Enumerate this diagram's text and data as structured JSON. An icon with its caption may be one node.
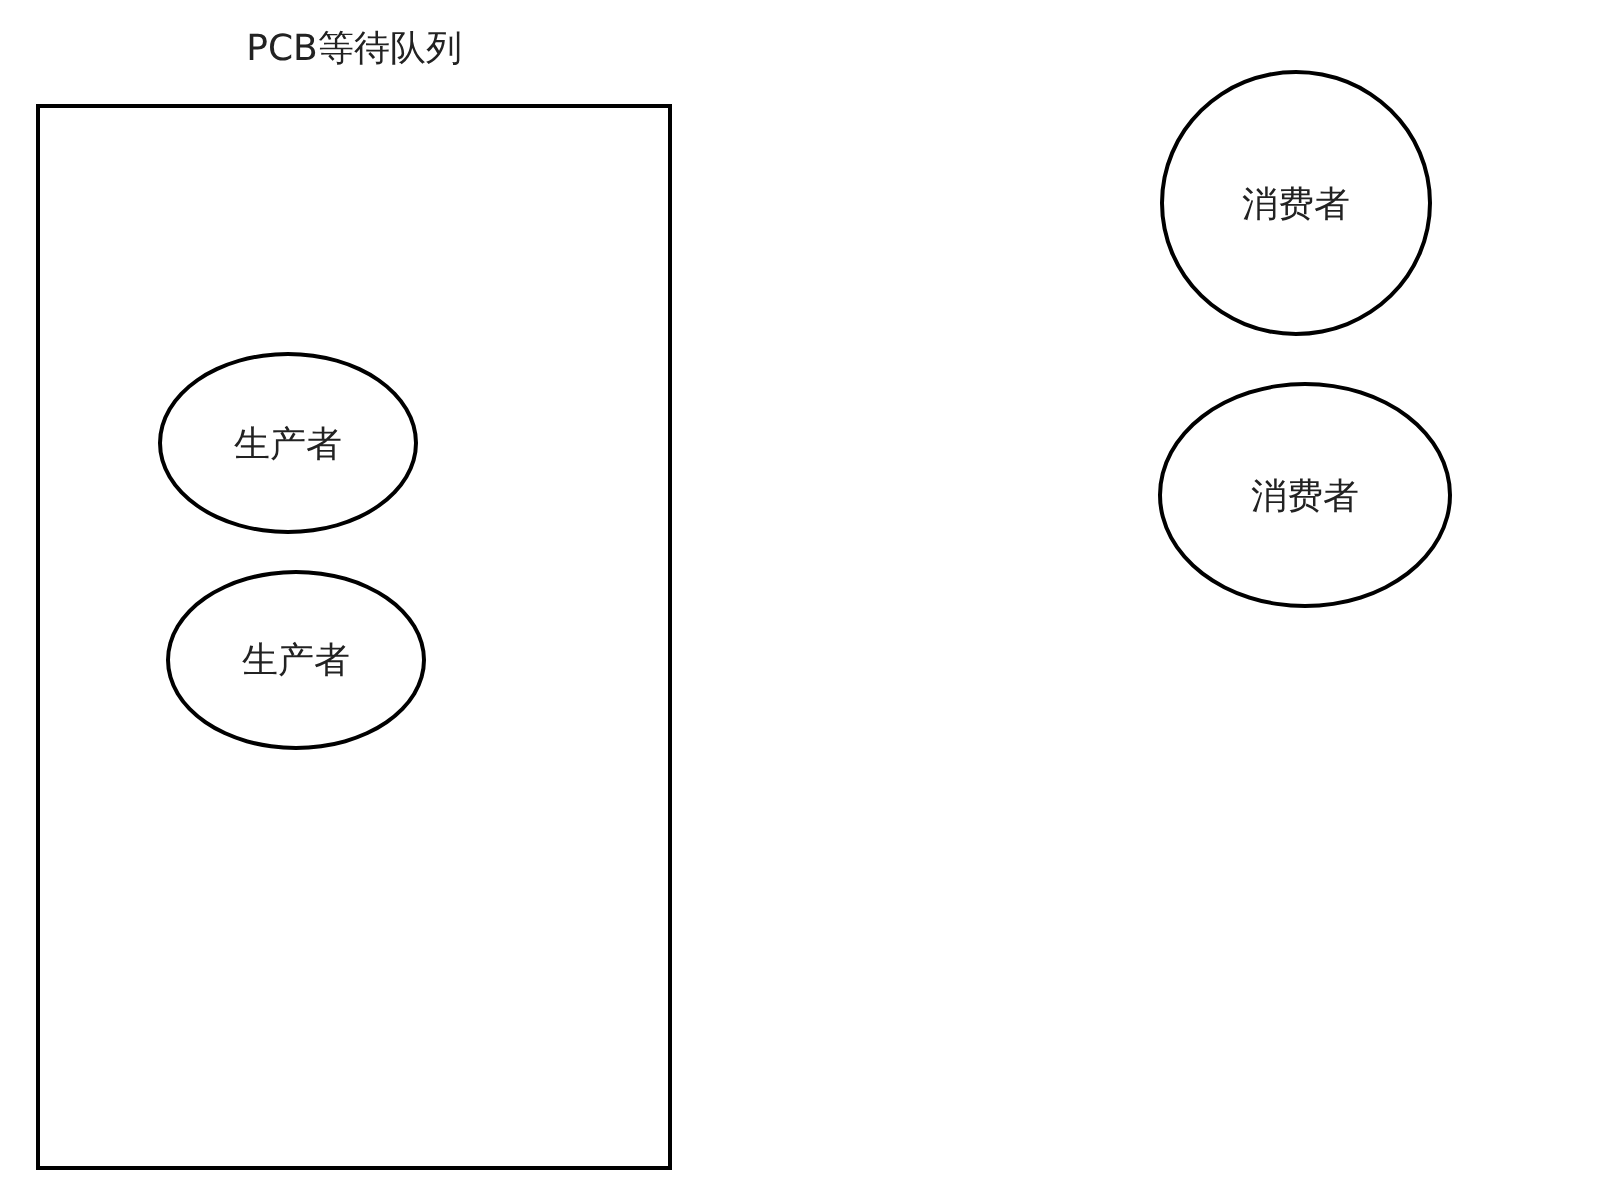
{
  "diagram": {
    "nodes": [
      {
        "text": [
          "PCB等待队列"
        ]
      },
      {
        "text": [
          "生产者"
        ],
        "in": 0
      },
      {
        "text": [
          "生产者"
        ],
        "in": 0
      },
      {
        "text": [
          "消费者"
        ]
      },
      {
        "text": [
          "消费者"
        ]
      }
    ],
    "edges": []
  }
}
